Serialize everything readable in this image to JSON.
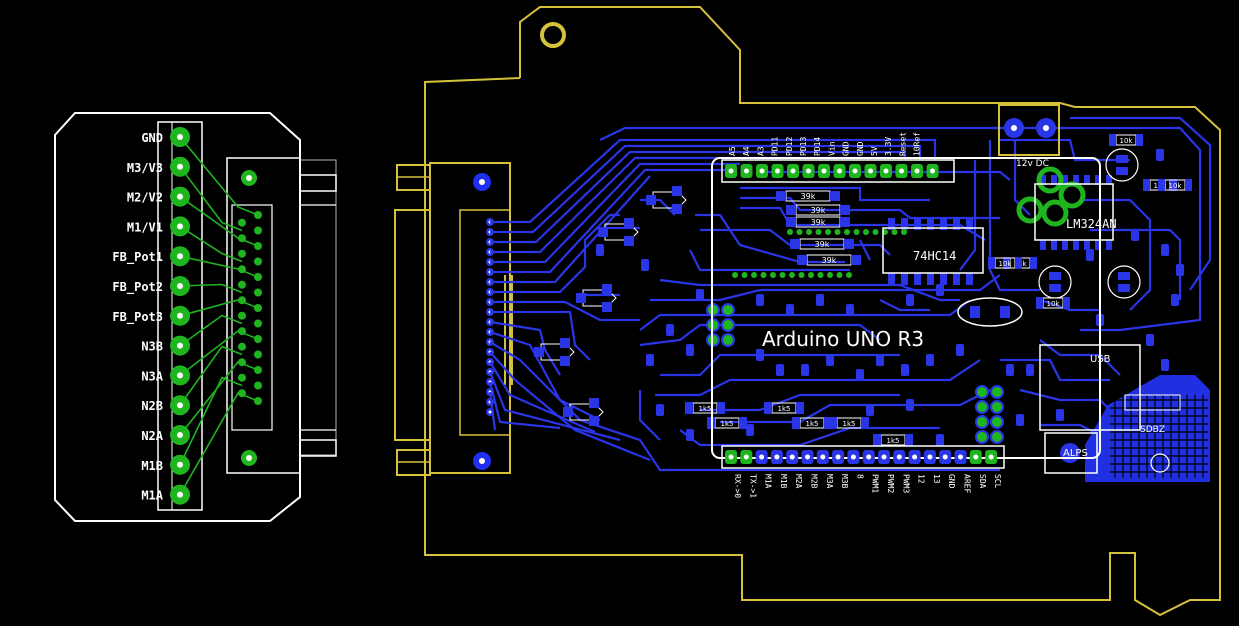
{
  "connector": {
    "pins": [
      "GND",
      "M3/V3",
      "M2/V2",
      "M1/V1",
      "FB_Pot1",
      "FB_Pot2",
      "FB_Pot3",
      "N3B",
      "N3A",
      "N2B",
      "N2A",
      "M1B",
      "M1A"
    ]
  },
  "board": {
    "title": "Arduino UNO R3",
    "ic1": "74HC14",
    "ic2": "LM324AN",
    "power_label": "12v DC",
    "usb_label": "USB",
    "alps_label": "ALPS",
    "sdb_label": "SDBZ",
    "resistor_values": [
      "39k",
      "39k",
      "39k",
      "39k",
      "39k",
      "1k5",
      "1k5",
      "1k5",
      "1k5",
      "1k5",
      "1k5",
      "10k",
      "10k",
      "10k",
      "10k",
      "10k",
      "10k"
    ],
    "top_header_labels": [
      "A5",
      "A4",
      "A3",
      "PD11",
      "PD12",
      "PD13",
      "PD14",
      "Vin",
      "GND",
      "GND",
      "5V",
      "3.3V",
      "Reset",
      "10Ref"
    ],
    "bottom_header_labels": [
      "RX->0",
      "TX->1",
      "M1A",
      "M1B",
      "M2A",
      "M2B",
      "M3A",
      "M3B",
      "8",
      "PWM1",
      "PWM2",
      "PWM3",
      "12",
      "13",
      "GND",
      "AREF",
      "SDA",
      "SCL"
    ]
  },
  "colors": {
    "background": "#000000",
    "outline": "#ffffff",
    "trace_bottom": "#1a2fd8",
    "trace_top": "#3a40f0",
    "via": "#1fb51f",
    "board_edge": "#d6c23a",
    "pad": "#1e2ff0"
  }
}
